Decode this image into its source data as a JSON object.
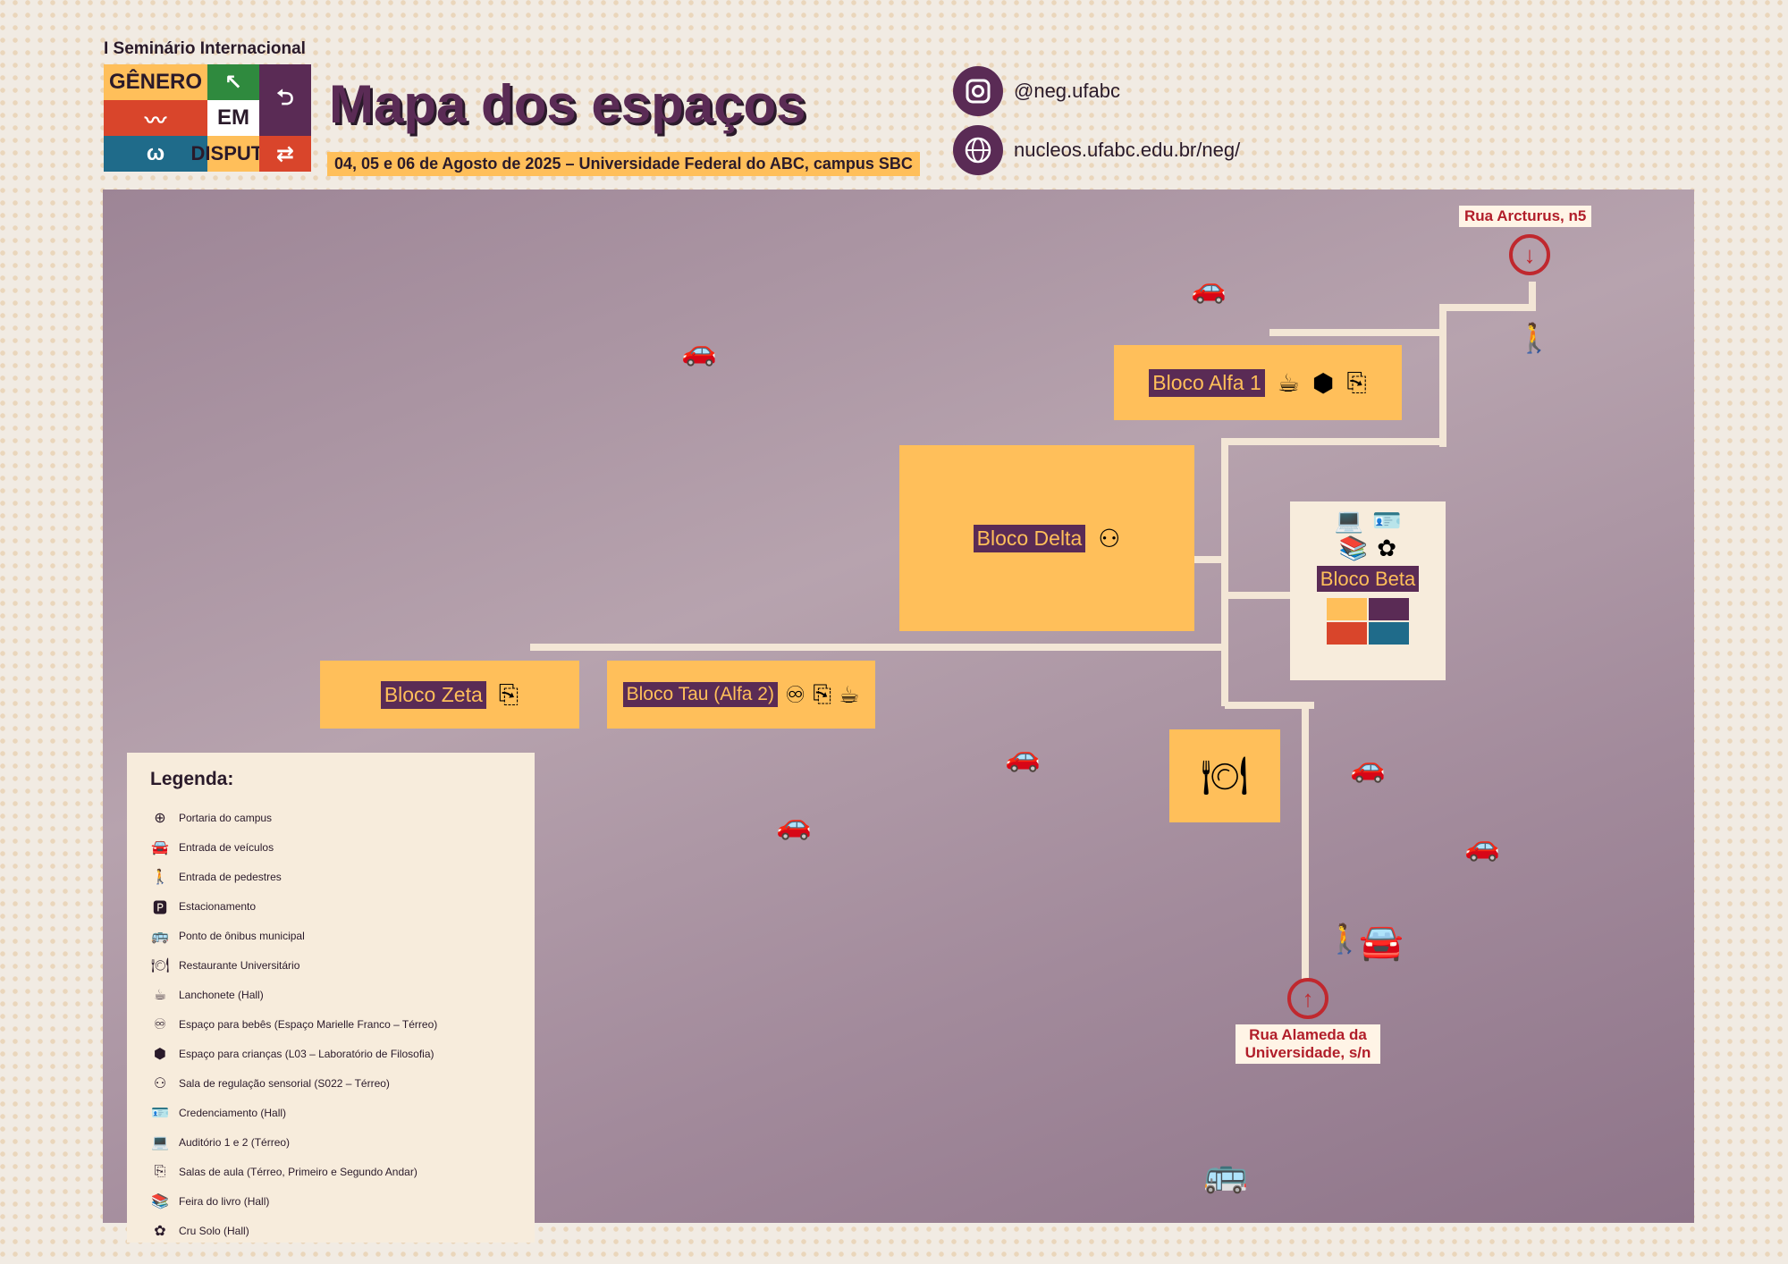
{
  "header": {
    "logo_kicker": "I Seminário Internacional",
    "logo_words": [
      "GÊNERO",
      "EM",
      "DISPUTA"
    ],
    "title": "Mapa dos espaços",
    "subtitle": "04, 05 e 06 de Agosto de 2025 – Universidade Federal do ABC, campus SBC",
    "instagram": "@neg.ufabc",
    "website": "nucleos.ufabc.edu.br/neg/"
  },
  "blocks": {
    "alfa1": "Bloco Alfa 1",
    "delta": "Bloco Delta",
    "beta": "Bloco Beta",
    "zeta": "Bloco Zeta",
    "tau": "Bloco Tau (Alfa 2)"
  },
  "streets": {
    "north": "Rua Arcturus, n5",
    "south": "Rua Alameda da Universidade, s/n"
  },
  "legend": {
    "title": "Legenda:",
    "items": [
      "Portaria do campus",
      "Entrada de veículos",
      "Entrada de pedestres",
      "Estacionamento",
      "Ponto de ônibus municipal",
      "Restaurante Universitário",
      "Lanchonete (Hall)",
      "Espaço para bebês (Espaço Marielle Franco – Térreo)",
      "Espaço para crianças (L03 – Laboratório de Filosofia)",
      "Sala de regulação sensorial (S022 – Térreo)",
      "Credenciamento (Hall)",
      "Auditório 1 e 2 (Térreo)",
      "Salas de aula (Térreo, Primeiro e Segundo Andar)",
      "Feira do livro (Hall)",
      "Cru Solo (Hall)"
    ]
  },
  "colors": {
    "accent": "#ffbf5a",
    "brand": "#5a2b55",
    "gate": "#c0282e"
  }
}
